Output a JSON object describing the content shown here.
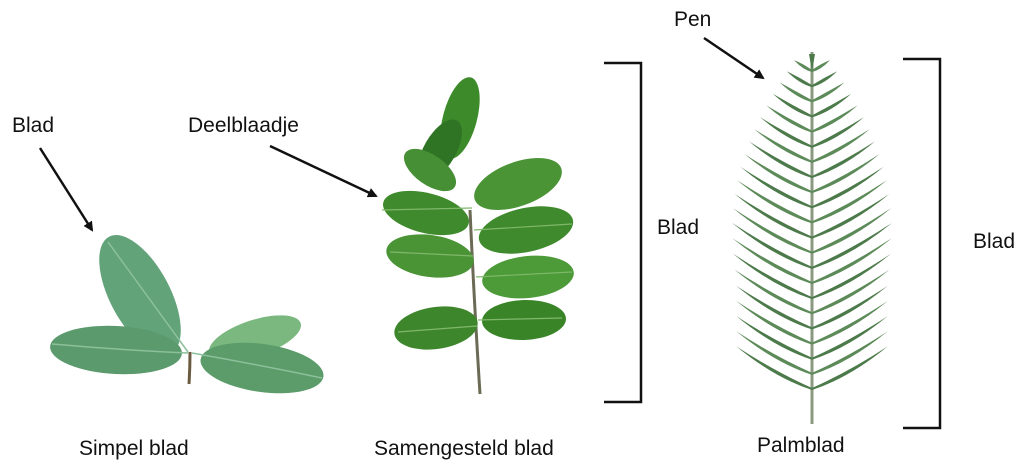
{
  "labels": {
    "simple_leaf_pointer": "Blad",
    "compound_leaf_pointer": "Deelblaadje",
    "compound_leaf_bracket": "Blad",
    "palm_pointer": "Pen",
    "palm_bracket": "Blad"
  },
  "captions": {
    "simple": "Simpel blad",
    "compound": "Samengesteld blad",
    "palm": "Palmblad"
  },
  "colors": {
    "simple_leaf": "#5f9e72",
    "compound_leaf": "#3f8a2c",
    "palm_leaf": "#4c7a4a",
    "stem": "#6b6b55"
  }
}
